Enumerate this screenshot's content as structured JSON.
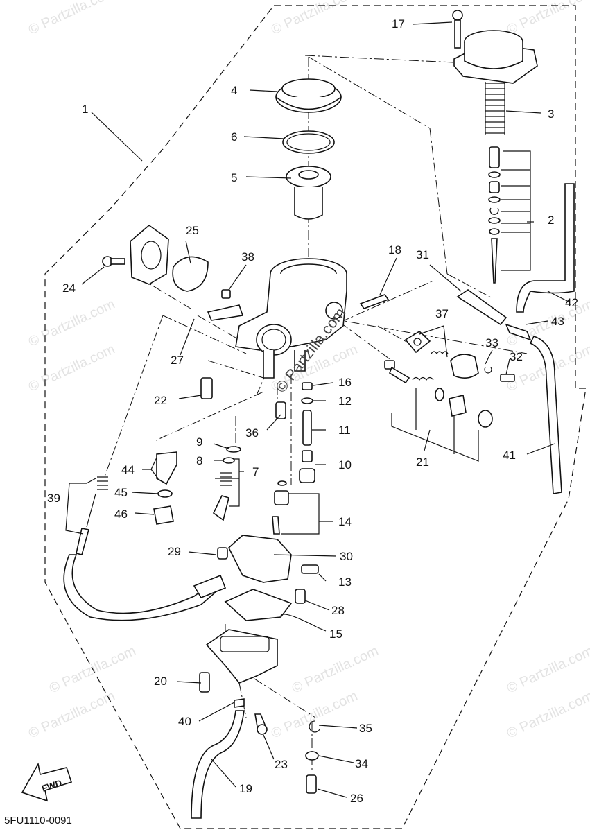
{
  "diagram": {
    "watermark": "© Partzilla.com",
    "center_watermark": "© Partzilla.com",
    "diagram_code": "5FU1110-0091",
    "fwd_label": "FWD",
    "callouts": [
      {
        "id": "c1",
        "label": "1"
      },
      {
        "id": "c2",
        "label": "2"
      },
      {
        "id": "c3",
        "label": "3"
      },
      {
        "id": "c4",
        "label": "4"
      },
      {
        "id": "c5",
        "label": "5"
      },
      {
        "id": "c6",
        "label": "6"
      },
      {
        "id": "c7",
        "label": "7"
      },
      {
        "id": "c8",
        "label": "8"
      },
      {
        "id": "c9",
        "label": "9"
      },
      {
        "id": "c10",
        "label": "10"
      },
      {
        "id": "c11",
        "label": "11"
      },
      {
        "id": "c12",
        "label": "12"
      },
      {
        "id": "c13",
        "label": "13"
      },
      {
        "id": "c14",
        "label": "14"
      },
      {
        "id": "c15",
        "label": "15"
      },
      {
        "id": "c16",
        "label": "16"
      },
      {
        "id": "c17",
        "label": "17"
      },
      {
        "id": "c18",
        "label": "18"
      },
      {
        "id": "c19",
        "label": "19"
      },
      {
        "id": "c20",
        "label": "20"
      },
      {
        "id": "c21",
        "label": "21"
      },
      {
        "id": "c22",
        "label": "22"
      },
      {
        "id": "c23",
        "label": "23"
      },
      {
        "id": "c24",
        "label": "24"
      },
      {
        "id": "c25",
        "label": "25"
      },
      {
        "id": "c26",
        "label": "26"
      },
      {
        "id": "c27",
        "label": "27"
      },
      {
        "id": "c28",
        "label": "28"
      },
      {
        "id": "c29",
        "label": "29"
      },
      {
        "id": "c30",
        "label": "30"
      },
      {
        "id": "c31",
        "label": "31"
      },
      {
        "id": "c32",
        "label": "32"
      },
      {
        "id": "c33",
        "label": "33"
      },
      {
        "id": "c34",
        "label": "34"
      },
      {
        "id": "c35",
        "label": "35"
      },
      {
        "id": "c36",
        "label": "36"
      },
      {
        "id": "c37",
        "label": "37"
      },
      {
        "id": "c38",
        "label": "38"
      },
      {
        "id": "c39",
        "label": "39"
      },
      {
        "id": "c40",
        "label": "40"
      },
      {
        "id": "c41",
        "label": "41"
      },
      {
        "id": "c42",
        "label": "42"
      },
      {
        "id": "c43",
        "label": "43"
      },
      {
        "id": "c44",
        "label": "44"
      },
      {
        "id": "c45",
        "label": "45"
      },
      {
        "id": "c46",
        "label": "46"
      }
    ]
  }
}
